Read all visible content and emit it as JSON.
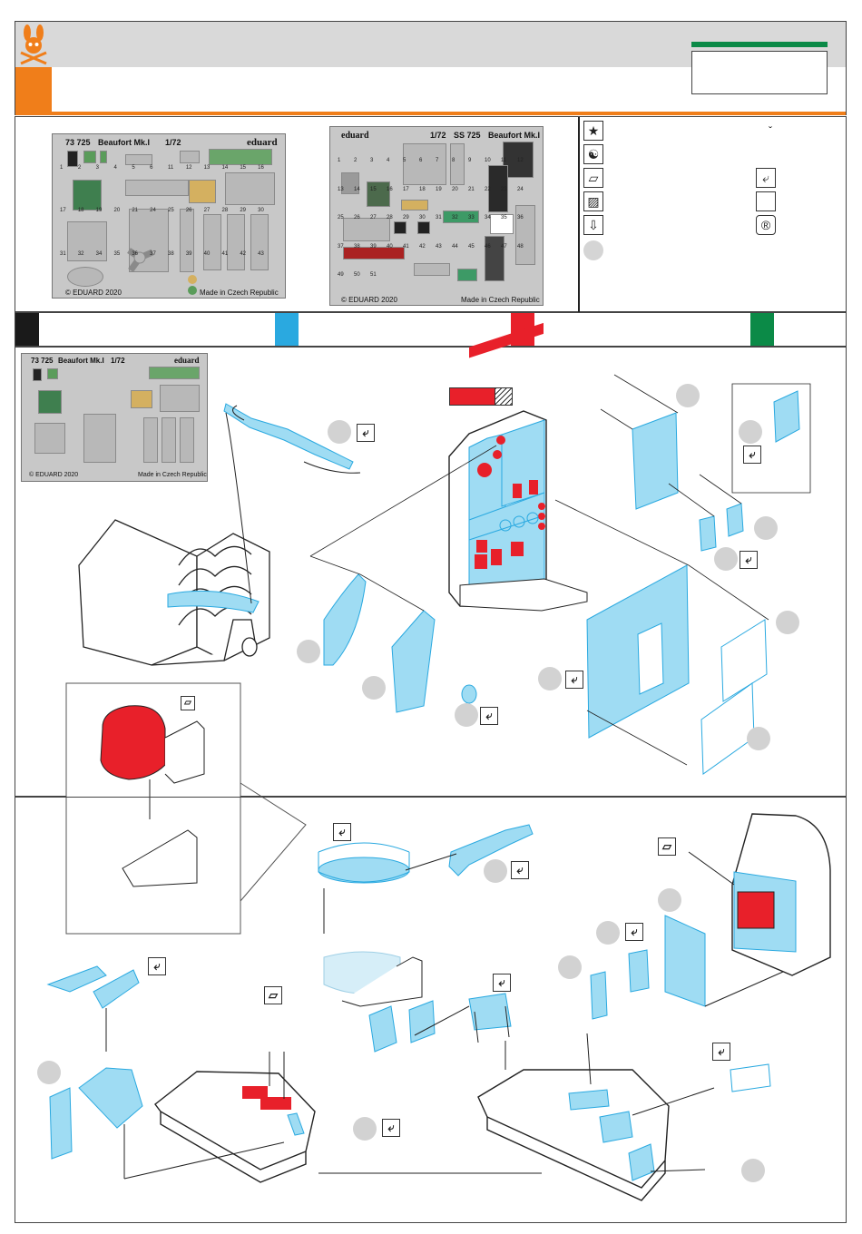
{
  "brand": {
    "logo_icon": "rabbit-skull-icon",
    "accent": "#f07e1a",
    "green": "#0b8a47"
  },
  "frets": [
    {
      "id": "fret-73725",
      "catalog": "73 725",
      "name": "Beaufort Mk.I",
      "scale": "1/72",
      "maker": "eduard",
      "copyright": "© EDUARD 2020",
      "made_in": "Made in Czech Republic",
      "numbers": [
        "1",
        "2",
        "3",
        "4",
        "5",
        "6",
        "11",
        "12",
        "13",
        "14",
        "15",
        "16",
        "17",
        "18",
        "19",
        "20",
        "21",
        "24",
        "25",
        "26",
        "27",
        "28",
        "29",
        "30",
        "31",
        "32",
        "34",
        "35",
        "36",
        "37",
        "38",
        "39",
        "40",
        "41",
        "42",
        "43"
      ]
    },
    {
      "id": "fret-ss725",
      "catalog": "SS 725",
      "name": "Beaufort Mk.I",
      "scale": "1/72",
      "maker": "eduard",
      "copyright": "© EDUARD 2020",
      "made_in": "Made in Czech Republic",
      "numbers": [
        "1",
        "2",
        "3",
        "4",
        "5",
        "6",
        "7",
        "8",
        "9",
        "10",
        "11",
        "12",
        "13",
        "14",
        "15",
        "16",
        "17",
        "18",
        "19",
        "20",
        "21",
        "22",
        "23",
        "24",
        "25",
        "26",
        "27",
        "28",
        "29",
        "30",
        "31",
        "32",
        "33",
        "34",
        "35",
        "36",
        "37",
        "38",
        "39",
        "40",
        "41",
        "42",
        "43",
        "44",
        "45",
        "46",
        "47",
        "48",
        "49",
        "50",
        "51"
      ]
    }
  ],
  "legend": {
    "left_icons": [
      "star-icon",
      "yin-yang-icon",
      "parallelogram-icon",
      "hatched-icon",
      "drill-icon"
    ],
    "right_icons": [
      "bend-icon",
      "blank-square-icon",
      "r-logo-icon"
    ],
    "caret": "ˇ"
  },
  "color_bar": {
    "swatches": [
      "#1a1a1a",
      "#2aa9e0",
      "#e8202a",
      "#0b8a47"
    ]
  },
  "step1": {
    "small_fret": {
      "catalog": "73 725",
      "name": "Beaufort Mk.I",
      "scale": "1/72",
      "maker": "eduard",
      "copyright": "© EDUARD 2020",
      "made_in": "Made in Czech Republic"
    },
    "paint_chip": {
      "red": "#e8202a"
    }
  },
  "colors": {
    "part_blue": "#9fdcf3",
    "part_blue_stroke": "#2aa9e0",
    "red": "#e8202a",
    "grey_circle": "#d2d2d2"
  }
}
